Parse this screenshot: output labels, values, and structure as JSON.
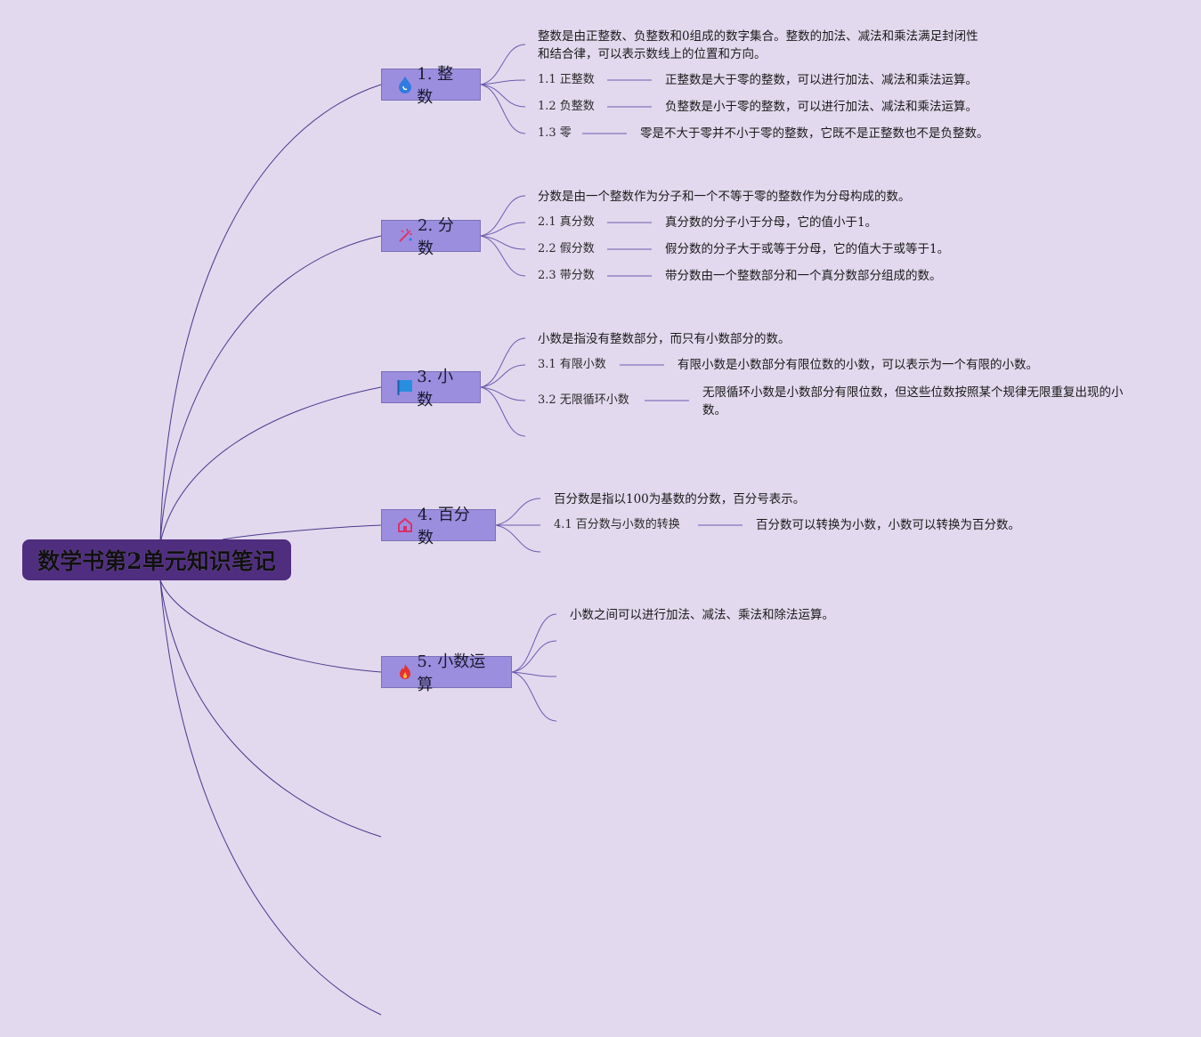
{
  "root": {
    "title": "数学书第2单元知识笔记"
  },
  "branches": [
    {
      "label": "1. 整数",
      "icon": "water-drop-icon",
      "icon_color": "#2f7be0",
      "summary": "整数是由正整数、负整数和0组成的数字集合。整数的加法、减法和乘法满足封闭性和结合律，可以表示数线上的位置和方向。",
      "items": [
        {
          "label": "1.1 正整数",
          "desc": "正整数是大于零的整数，可以进行加法、减法和乘法运算。"
        },
        {
          "label": "1.2 负整数",
          "desc": "负整数是小于零的整数，可以进行加法、减法和乘法运算。"
        },
        {
          "label": "1.3 零",
          "desc": "零是不大于零并不小于零的整数，它既不是正整数也不是负整数。"
        }
      ]
    },
    {
      "label": "2. 分数",
      "icon": "magic-wand-icon",
      "icon_color": "#e0336b",
      "summary": "分数是由一个整数作为分子和一个不等于零的整数作为分母构成的数。",
      "items": [
        {
          "label": "2.1 真分数",
          "desc": "真分数的分子小于分母，它的值小于1。"
        },
        {
          "label": "2.2 假分数",
          "desc": "假分数的分子大于或等于分母，它的值大于或等于1。"
        },
        {
          "label": "2.3 带分数",
          "desc": "带分数由一个整数部分和一个真分数部分组成的数。"
        }
      ]
    },
    {
      "label": "3. 小数",
      "icon": "flag-icon",
      "icon_color": "#2a8ee0",
      "summary": "小数是指没有整数部分，而只有小数部分的数。",
      "items": [
        {
          "label": "3.1 有限小数",
          "desc": "有限小数是小数部分有限位数的小数，可以表示为一个有限的小数。"
        },
        {
          "label": "3.2 无限循环小数",
          "desc": "无限循环小数是小数部分有限位数，但这些位数按照某个规律无限重复出现的小数。"
        }
      ]
    },
    {
      "label": "4. 百分数",
      "icon": "home-icon",
      "icon_color": "#d6336b",
      "summary": "百分数是指以100为基数的分数，百分号表示。",
      "items": [
        {
          "label": "4.1 百分数与小数的转换",
          "desc": "百分数可以转换为小数，小数可以转换为百分数。"
        }
      ]
    },
    {
      "label": "5. 小数运算",
      "icon": "fire-icon",
      "icon_color": "#e53030",
      "summary": "小数之间可以进行加法、减法、乘法和除法运算。",
      "items": []
    }
  ]
}
